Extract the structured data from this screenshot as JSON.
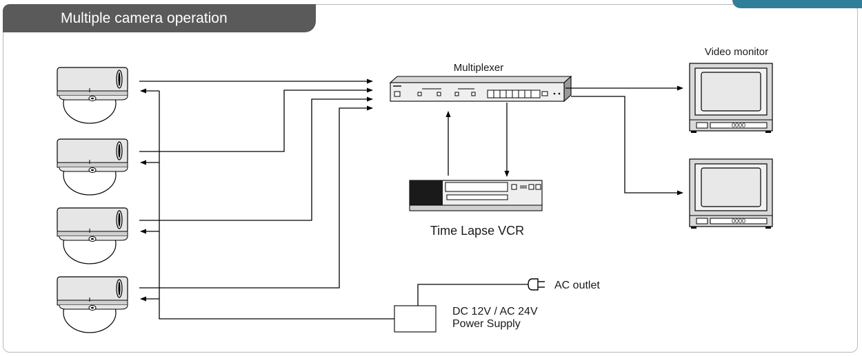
{
  "header": {
    "title": "Multiple camera operation",
    "accent_color": "#2f7f9b",
    "tab_color": "#5a5a5a"
  },
  "diagram": {
    "cameras": [
      {
        "icon": "dome-camera-icon"
      },
      {
        "icon": "dome-camera-icon"
      },
      {
        "icon": "dome-camera-icon"
      },
      {
        "icon": "dome-camera-icon"
      }
    ],
    "multiplexer_label": "Multiplexer",
    "video_monitor_label": "Video monitor",
    "vcr_label": "Time Lapse VCR",
    "ac_outlet_label": "AC outlet",
    "power_supply_line1": "DC 12V / AC 24V",
    "power_supply_line2": "Power Supply",
    "monitor_keys": "0000"
  }
}
